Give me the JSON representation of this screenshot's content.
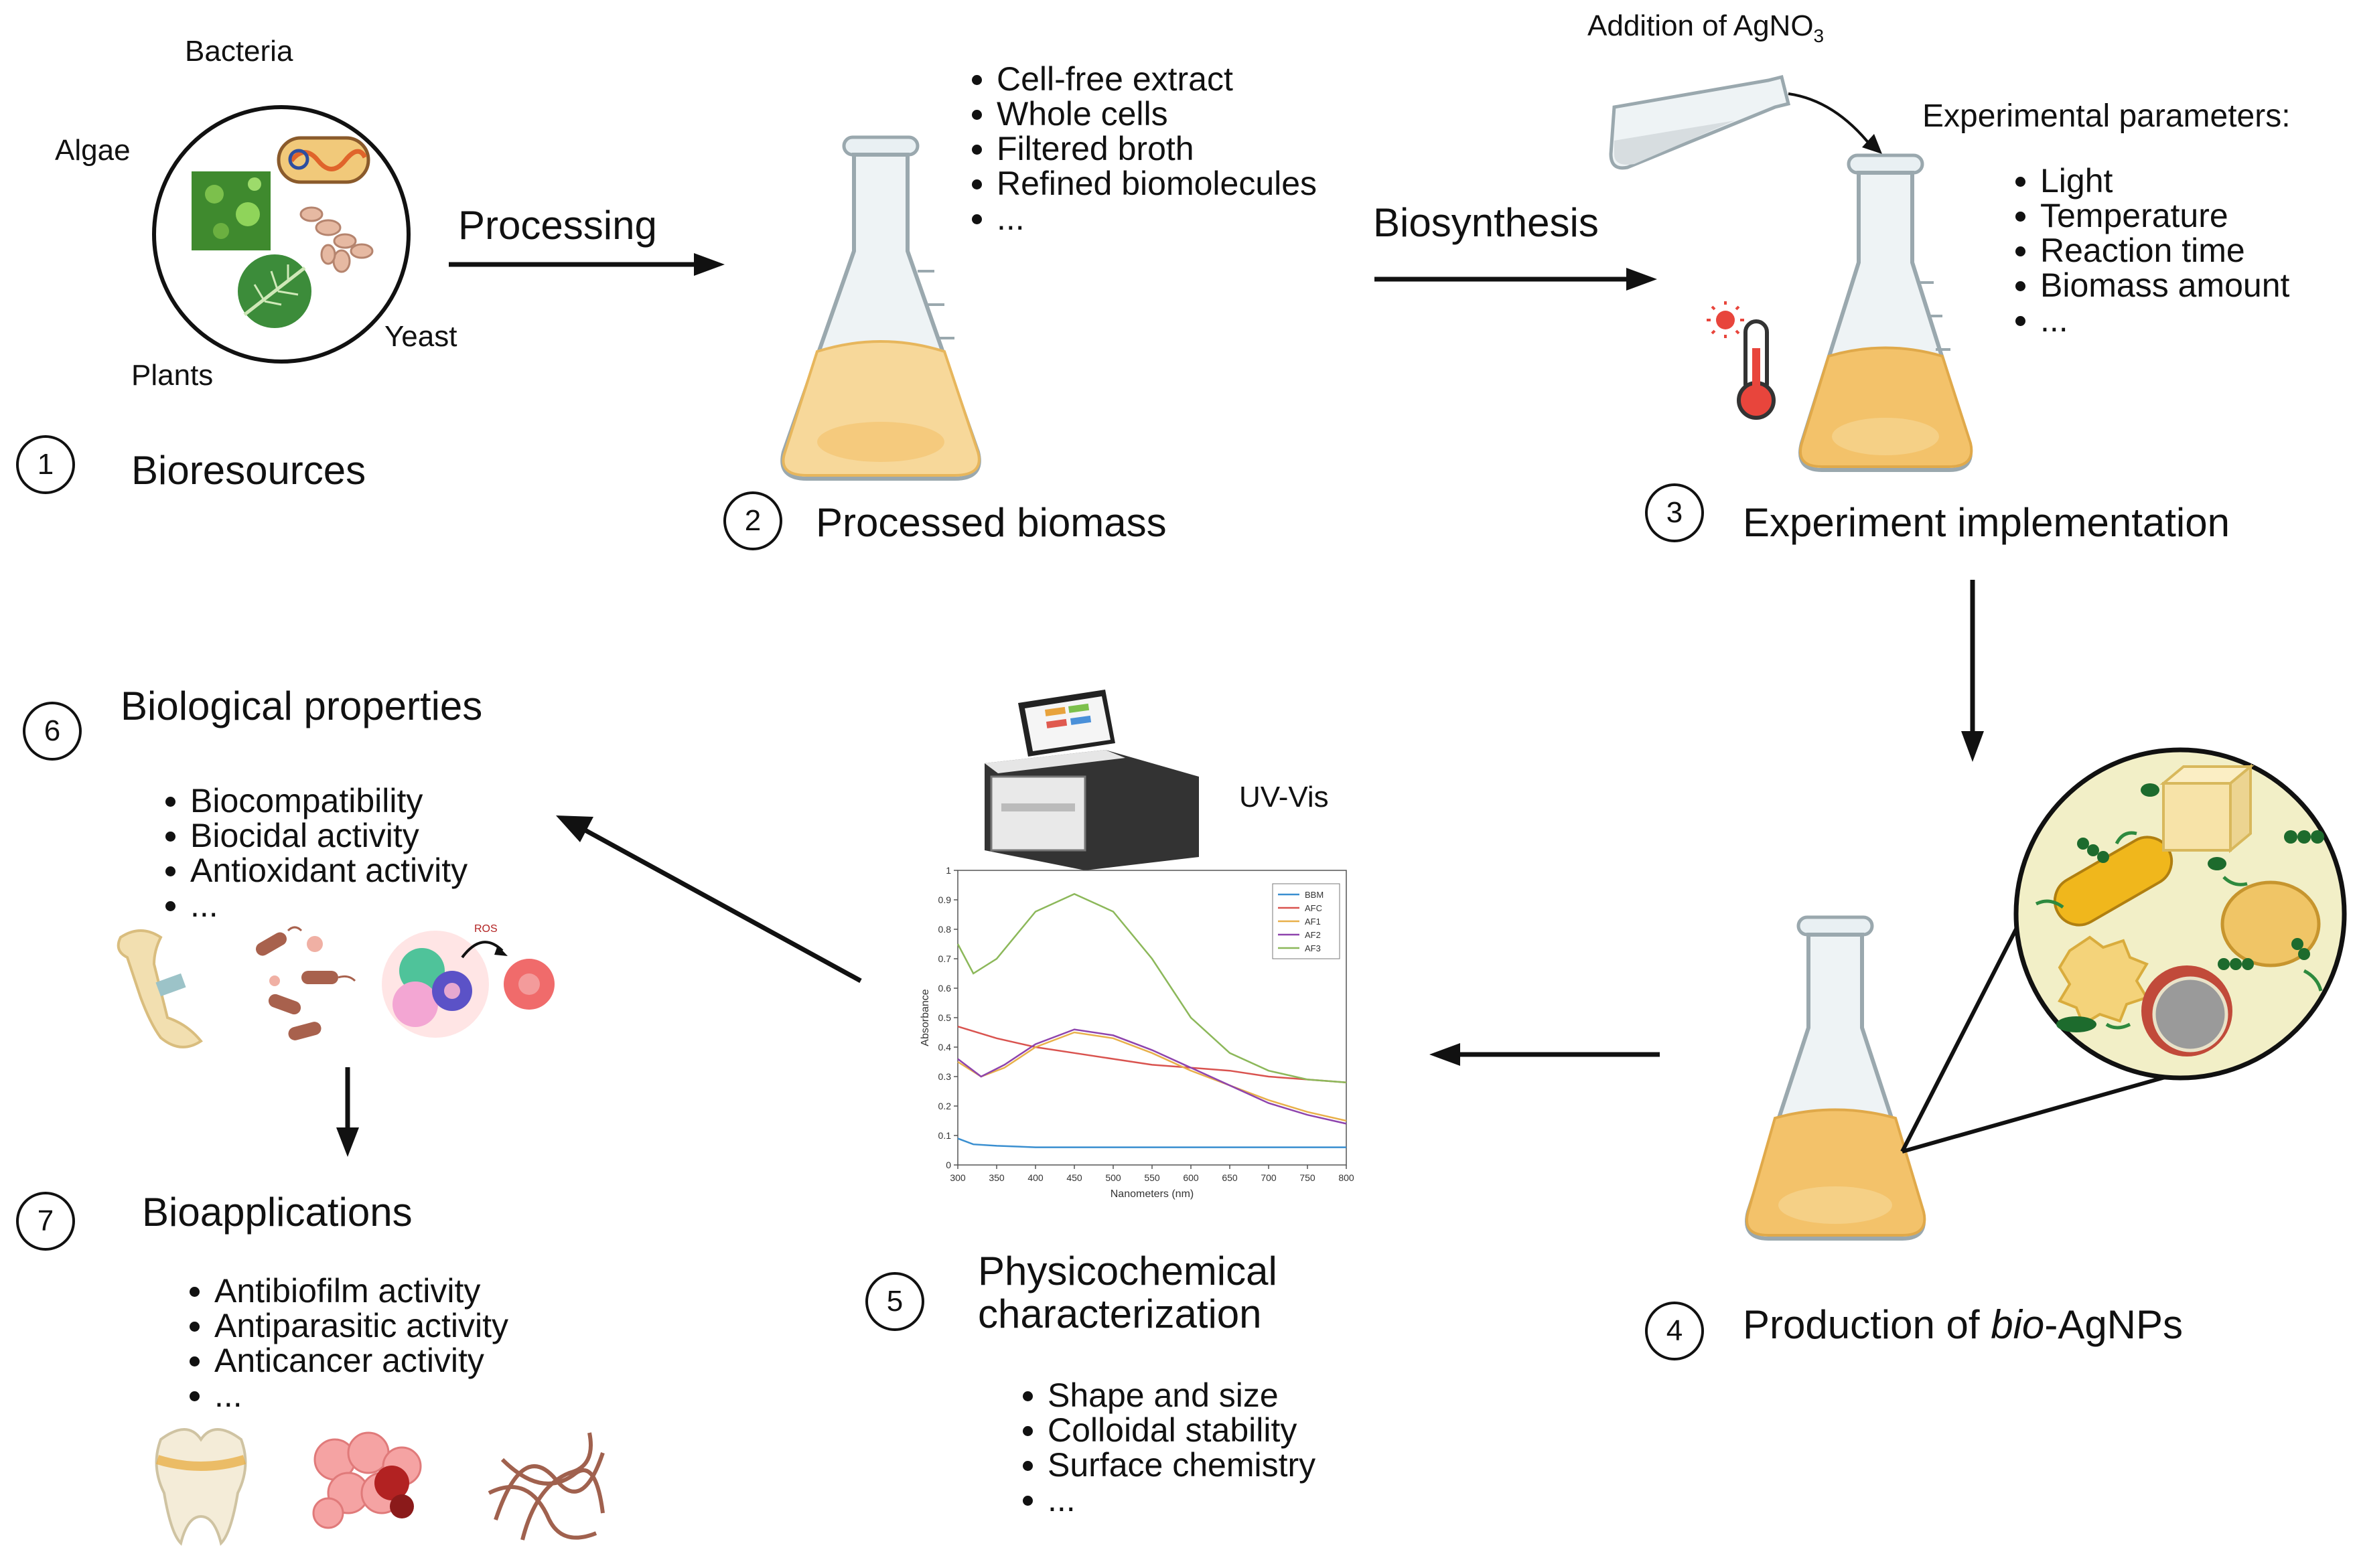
{
  "step1": {
    "number": "1",
    "title": "Bioresources",
    "labels": {
      "bacteria": "Bacteria",
      "algae": "Algae",
      "plants": "Plants",
      "yeast": "Yeast"
    }
  },
  "arrow1": {
    "label": "Processing"
  },
  "step2": {
    "number": "2",
    "title": "Processed biomass",
    "items": [
      "Cell-free extract",
      "Whole cells",
      "Filtered broth",
      "Refined biomolecules",
      "..."
    ]
  },
  "arrow2": {
    "label": "Biosynthesis"
  },
  "step3": {
    "number": "3",
    "title": "Experiment implementation",
    "addition_label": "Addition of AgNO",
    "addition_sub": "3",
    "params_title": "Experimental parameters:",
    "params": [
      "Light",
      "Temperature",
      "Reaction time",
      "Biomass amount",
      "..."
    ]
  },
  "step4": {
    "number": "4",
    "title_prefix": "Production of ",
    "title_italic": "bio",
    "title_suffix": "-AgNPs"
  },
  "step5": {
    "number": "5",
    "title_line1": "Physicochemical",
    "title_line2": "characterization",
    "instrument": "UV-Vis",
    "items": [
      "Shape and size",
      "Colloidal stability",
      "Surface chemistry",
      "..."
    ]
  },
  "step6": {
    "number": "6",
    "title": "Biological properties",
    "items": [
      "Biocompatibility",
      "Biocidal activity",
      "Antioxidant activity",
      "..."
    ],
    "ros_label": "ROS"
  },
  "step7": {
    "number": "7",
    "title": "Bioapplications",
    "items": [
      "Antibiofilm activity",
      "Antiparasitic activity",
      "Anticancer activity",
      "..."
    ]
  },
  "colors": {
    "liquid": "#f3c26a",
    "liquid_light": "#f7d89a",
    "glass": "#e6eef2",
    "arrow": "#111111"
  },
  "chart_data": {
    "type": "line",
    "xlabel": "Nanometers (nm)",
    "ylabel": "Absorbance",
    "xlim": [
      300,
      800
    ],
    "ylim": [
      0,
      1
    ],
    "xticks": [
      300,
      350,
      400,
      450,
      500,
      550,
      600,
      650,
      700,
      750,
      800
    ],
    "yticks": [
      0,
      0.1,
      0.2,
      0.3,
      0.4,
      0.5,
      0.6,
      0.7,
      0.8,
      0.9,
      1
    ],
    "legend_position": "top-right",
    "series": [
      {
        "name": "BBM",
        "color": "#3a8fd0",
        "points": [
          [
            300,
            0.09
          ],
          [
            320,
            0.07
          ],
          [
            350,
            0.065
          ],
          [
            400,
            0.06
          ],
          [
            500,
            0.06
          ],
          [
            600,
            0.06
          ],
          [
            700,
            0.06
          ],
          [
            800,
            0.06
          ]
        ]
      },
      {
        "name": "AFC",
        "color": "#d9534f",
        "points": [
          [
            300,
            0.47
          ],
          [
            350,
            0.43
          ],
          [
            400,
            0.4
          ],
          [
            450,
            0.38
          ],
          [
            500,
            0.36
          ],
          [
            550,
            0.34
          ],
          [
            600,
            0.33
          ],
          [
            650,
            0.32
          ],
          [
            700,
            0.3
          ],
          [
            750,
            0.29
          ],
          [
            800,
            0.28
          ]
        ]
      },
      {
        "name": "AF1",
        "color": "#e8b04a",
        "points": [
          [
            300,
            0.35
          ],
          [
            330,
            0.3
          ],
          [
            360,
            0.33
          ],
          [
            400,
            0.4
          ],
          [
            450,
            0.45
          ],
          [
            500,
            0.43
          ],
          [
            550,
            0.38
          ],
          [
            600,
            0.32
          ],
          [
            650,
            0.27
          ],
          [
            700,
            0.22
          ],
          [
            750,
            0.18
          ],
          [
            800,
            0.15
          ]
        ]
      },
      {
        "name": "AF2",
        "color": "#8e44ad",
        "points": [
          [
            300,
            0.36
          ],
          [
            330,
            0.3
          ],
          [
            360,
            0.34
          ],
          [
            400,
            0.41
          ],
          [
            450,
            0.46
          ],
          [
            500,
            0.44
          ],
          [
            550,
            0.39
          ],
          [
            600,
            0.33
          ],
          [
            650,
            0.27
          ],
          [
            700,
            0.21
          ],
          [
            750,
            0.17
          ],
          [
            800,
            0.14
          ]
        ]
      },
      {
        "name": "AF3",
        "color": "#8cb85a",
        "points": [
          [
            300,
            0.75
          ],
          [
            320,
            0.65
          ],
          [
            350,
            0.7
          ],
          [
            400,
            0.86
          ],
          [
            450,
            0.92
          ],
          [
            500,
            0.86
          ],
          [
            550,
            0.7
          ],
          [
            600,
            0.5
          ],
          [
            650,
            0.38
          ],
          [
            700,
            0.32
          ],
          [
            750,
            0.29
          ],
          [
            800,
            0.28
          ]
        ]
      }
    ]
  }
}
